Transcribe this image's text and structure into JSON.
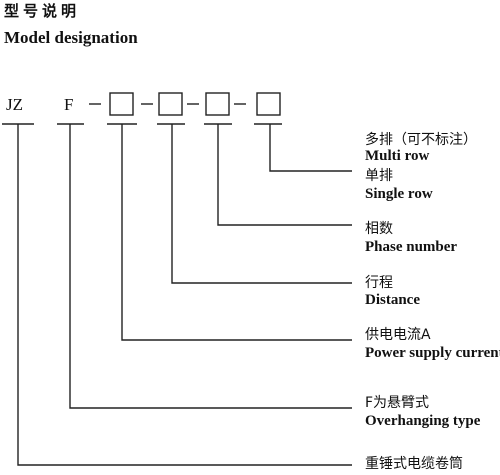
{
  "header": {
    "title_cn": "型号说明",
    "title_en": "Model designation"
  },
  "code": {
    "prefix": "JZ",
    "type_letter": "F"
  },
  "labels": [
    {
      "cn": "多排（可不标注）",
      "en": "Multi row"
    },
    {
      "cn": "单排",
      "en": "Single row"
    },
    {
      "cn": "相数",
      "en": "Phase number"
    },
    {
      "cn": "行程",
      "en": "Distance"
    },
    {
      "cn": "供电电流A",
      "en": "Power supply current"
    },
    {
      "cn": "F为悬臂式",
      "en": "Overhanging type"
    },
    {
      "cn": "重锤式电缆卷筒",
      "en": ""
    }
  ]
}
